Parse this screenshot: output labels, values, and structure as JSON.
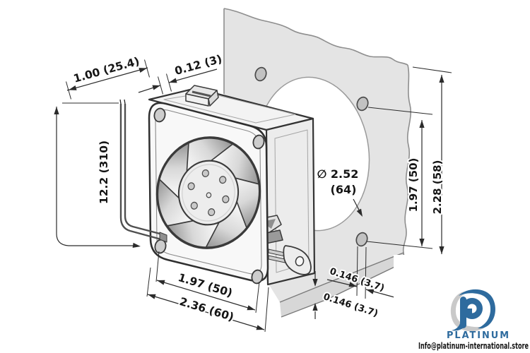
{
  "figure": {
    "type": "technical-drawing",
    "subject": "Axial fan dimensional drawing with mounting plate cutout",
    "dimensions": {
      "lead_length": "12.2 (310)",
      "fan_depth": "1.00 (25.4)",
      "plate_offset": "0.12 (3)",
      "cutout_diameter_in": "∅ 2.52",
      "cutout_diameter_mm": "(64)",
      "hole_spacing_vertical": "1.97 (50)",
      "plate_height": "2.28 (58)",
      "hole_spacing_horizontal": "1.97 (50)",
      "fan_width": "2.36 (60)",
      "mount_hole_diameter": "0.146 (3.7)",
      "plate_thickness": "0.146 (3.7)"
    }
  },
  "watermark": {
    "brand": "PLATINUM",
    "contact": "Info@platinum-international.store",
    "brand_color": "#2e6b9e",
    "swirl_color": "#c9c9c9"
  }
}
